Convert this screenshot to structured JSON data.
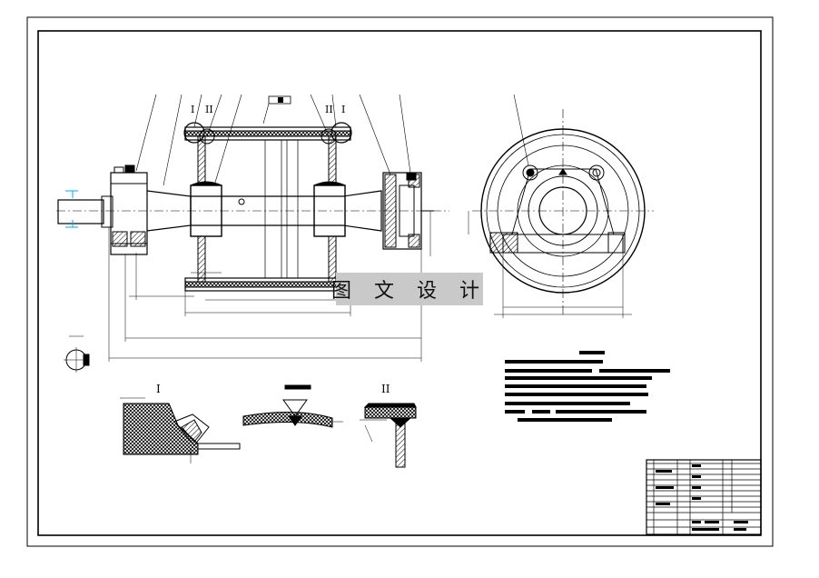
{
  "watermark": {
    "text": "图 文 设 计"
  },
  "detail_labels": {
    "detail_one": "I",
    "detail_two": "II"
  },
  "colors": {
    "line": "#000000",
    "accent": "#00aaff",
    "watermark_bg": "#c9c9c9",
    "paper": "#ffffff"
  }
}
